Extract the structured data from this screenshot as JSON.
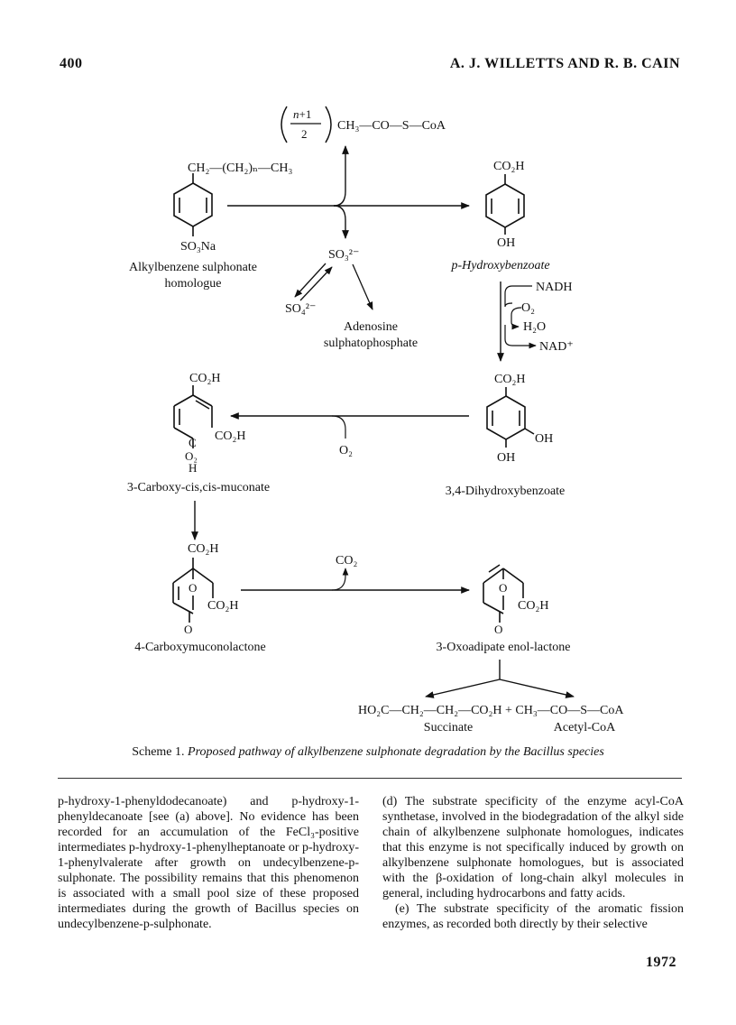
{
  "header": {
    "page_number": "400",
    "authors": "A. J. WILLETTS AND R. B. CAIN"
  },
  "scheme": {
    "acetyl_product": "CH₃—CO—S—CoA",
    "side_chain": "CH₂—(CH₂)ₙ—CH₃",
    "sulphonate_group": "SO₃Na",
    "carboxyl": "CO₂H",
    "hydroxyl": "OH",
    "sulphite": "SO₃²⁻",
    "sulphate": "SO₄²⁻",
    "nadh": "NADH",
    "o2": "O₂",
    "h2o": "H₂O",
    "nad": "NAD⁺",
    "co2": "CO₂",
    "lactone_o": "O",
    "muconate_c": "C",
    "muconate_o2": "O₂",
    "muconate_h": "H",
    "final_equation": "HO₂C—CH₂—CH₂—CO₂H + CH₃—CO—S—CoA",
    "compounds": {
      "alkylbenzene_1": "Alkylbenzene sulphonate",
      "alkylbenzene_2": "homologue",
      "hydroxybenzoate": "p-Hydroxybenzoate",
      "adenosine_1": "Adenosine",
      "adenosine_2": "sulphatophosphate",
      "dihydroxybenzoate": "3,4-Dihydroxybenzoate",
      "muconate": "3-Carboxy-cis,cis-muconate",
      "muconolactone": "4-Carboxymuconolactone",
      "enol_lactone": "3-Oxoadipate enol-lactone",
      "succinate": "Succinate",
      "acetyl_coa": "Acetyl-CoA"
    }
  },
  "caption": {
    "prefix": "Scheme 1.",
    "text": "Proposed pathway of alkylbenzene sulphonate degradation by the Bacillus species"
  },
  "body": {
    "left": [
      "p-hydroxy-1-phenyldodecanoate) and p-hydroxy-1-phenyldecanoate [see (a) above]. No evidence has been recorded for an accumulation of the FeCl₃-positive intermediates p-hydroxy-1-phenylheptanoate or p-hydroxy-1-phenylvalerate after growth on undecylbenzene-p-sulphonate. The possibility remains that this phenomenon is associated with a small pool size of these proposed intermediates during the growth of Bacillus species on undecylbenzene-p-sulphonate."
    ],
    "right": [
      "(d) The substrate specificity of the enzyme acyl-CoA synthetase, involved in the biodegradation of the alkyl side chain of alkylbenzene sulphonate homologues, indicates that this enzyme is not specifically induced by growth on alkylbenzene sulphonate homologues, but is associated with the β-oxidation of long-chain alkyl molecules in general, including hydrocarbons and fatty acids.",
      "(e) The substrate specificity of the aromatic fission enzymes, as recorded both directly by their selective"
    ]
  },
  "footer": {
    "year": "1972"
  }
}
